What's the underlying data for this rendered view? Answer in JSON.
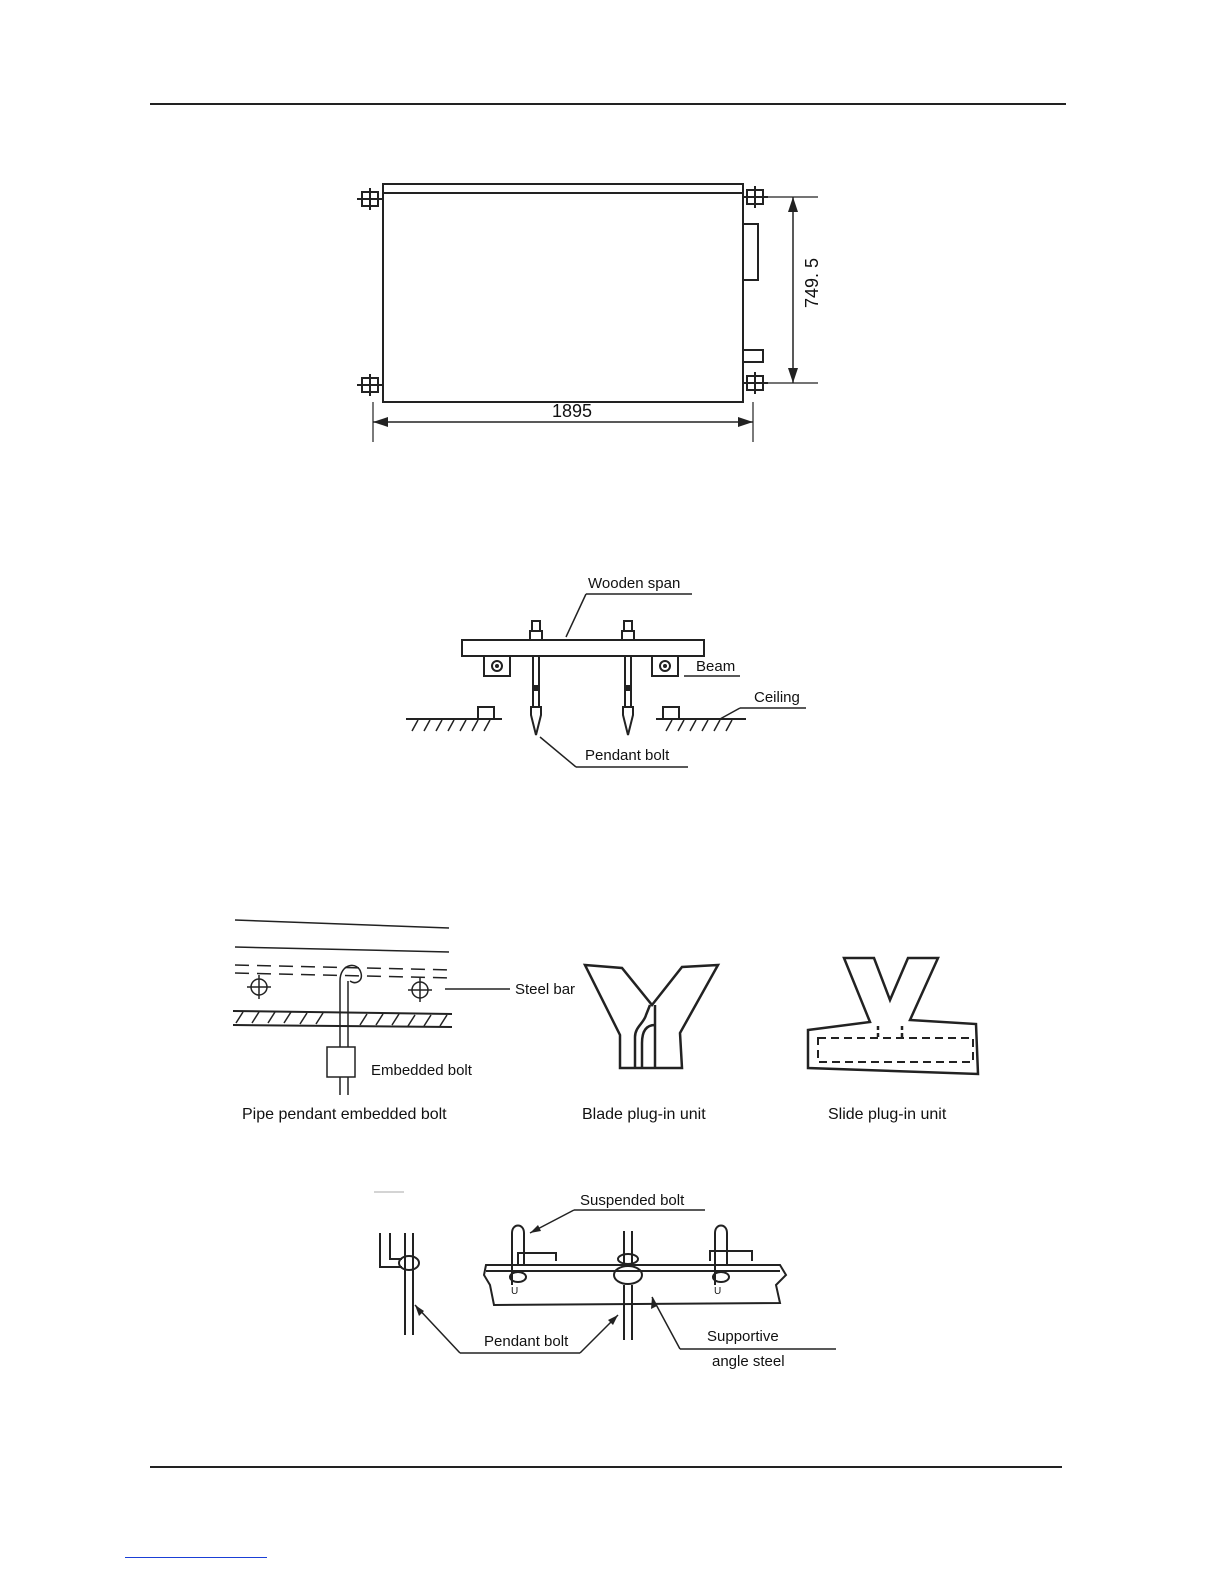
{
  "fig1": {
    "dim_height": "749. 5",
    "dim_width": "1895"
  },
  "fig2": {
    "wooden_span": "Wooden span",
    "beam": "Beam",
    "ceiling": "Ceiling",
    "pendant_bolt": "Pendant bolt"
  },
  "fig3": {
    "steel_bar": "Steel bar",
    "embedded_bolt": "Embedded bolt",
    "caption_pipe": "Pipe pendant embedded bolt",
    "caption_blade": "Blade plug-in unit",
    "caption_slide": "Slide plug-in unit"
  },
  "fig4": {
    "suspended_bolt": "Suspended bolt",
    "pendant_bolt": "Pendant bolt",
    "supportive_1": "Supportive",
    "supportive_2": "angle steel"
  }
}
